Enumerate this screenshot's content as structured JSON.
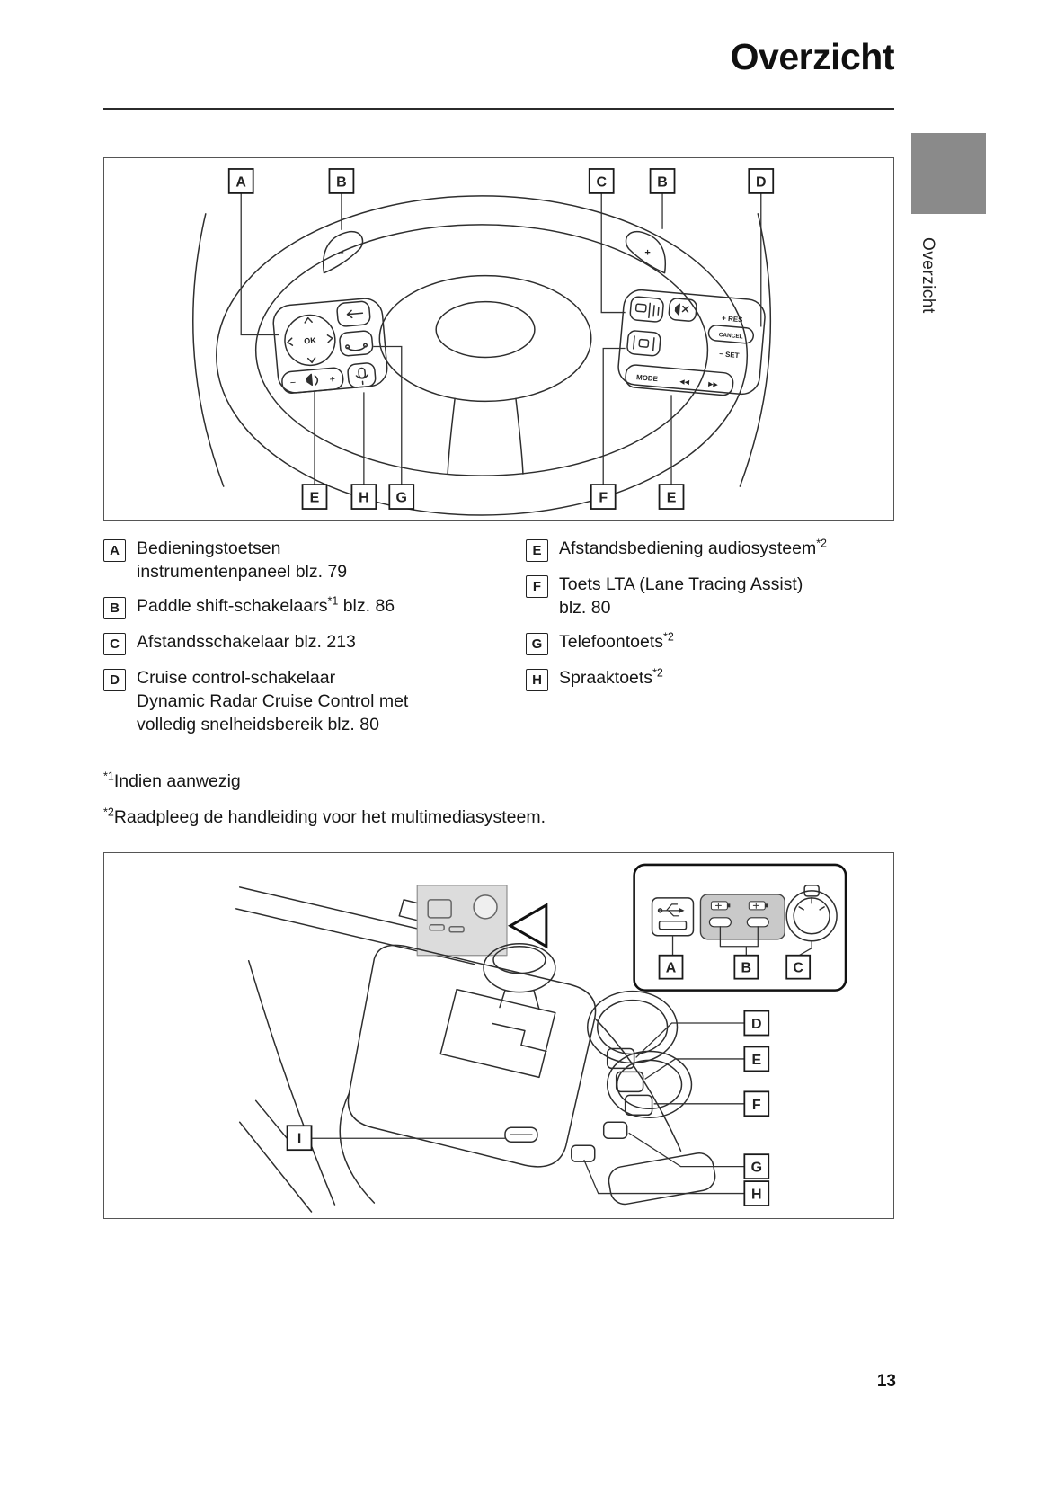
{
  "page": {
    "title": "Overzicht",
    "side_tab_label": "Overzicht",
    "page_number": "13"
  },
  "figure_wheel": {
    "callouts_top": [
      "A",
      "B",
      "C",
      "B",
      "D"
    ],
    "callouts_bottom": [
      "E",
      "H",
      "G",
      "F",
      "E"
    ],
    "button_labels": {
      "ok": "OK",
      "res": "+ RES",
      "set": "− SET",
      "cancel": "CANCEL",
      "mode": "MODE",
      "prev": "◀◀",
      "next": "▶▶",
      "left_paddle": "−",
      "right_paddle": "+",
      "volume_minus": "−",
      "volume_plus": "+"
    }
  },
  "legend_left": [
    {
      "key": "A",
      "rows": [
        {
          "pre": "Bedieningstoetsen",
          "sup": "",
          "post": ""
        },
        {
          "pre": "instrumentenpaneel blz. 79",
          "sup": "",
          "post": ""
        }
      ]
    },
    {
      "key": "B",
      "rows": [
        {
          "pre": "Paddle shift-schakelaars",
          "sup": "*1",
          "post": " blz. 86"
        }
      ]
    },
    {
      "key": "C",
      "rows": [
        {
          "pre": "Afstandsschakelaar blz. 213",
          "sup": "",
          "post": ""
        }
      ]
    },
    {
      "key": "D",
      "rows": [
        {
          "pre": "Cruise control-schakelaar",
          "sup": "",
          "post": ""
        },
        {
          "pre": "Dynamic Radar Cruise Control met",
          "sup": "",
          "post": ""
        },
        {
          "pre": "volledig snelheidsbereik blz. 80",
          "sup": "",
          "post": ""
        }
      ]
    }
  ],
  "legend_right": [
    {
      "key": "E",
      "rows": [
        {
          "pre": "Afstandsbediening audiosysteem",
          "sup": "*2",
          "post": ""
        }
      ]
    },
    {
      "key": "F",
      "rows": [
        {
          "pre": "Toets LTA (Lane Tracing Assist)",
          "sup": "",
          "post": ""
        },
        {
          "pre": "blz. 80",
          "sup": "",
          "post": ""
        }
      ]
    },
    {
      "key": "G",
      "rows": [
        {
          "pre": "Telefoontoets",
          "sup": "*2",
          "post": ""
        }
      ]
    },
    {
      "key": "H",
      "rows": [
        {
          "pre": "Spraaktoets",
          "sup": "*2",
          "post": ""
        }
      ]
    }
  ],
  "footnotes": [
    {
      "sup": "*1",
      "text": "Indien aanwezig"
    },
    {
      "sup": "*2",
      "text": "Raadpleeg de handleiding voor het multimediasysteem."
    }
  ],
  "figure_console": {
    "inset_labels": [
      "A",
      "B",
      "C"
    ],
    "right_callouts": [
      "D",
      "E",
      "F",
      "G",
      "H"
    ],
    "left_callout": "I"
  }
}
